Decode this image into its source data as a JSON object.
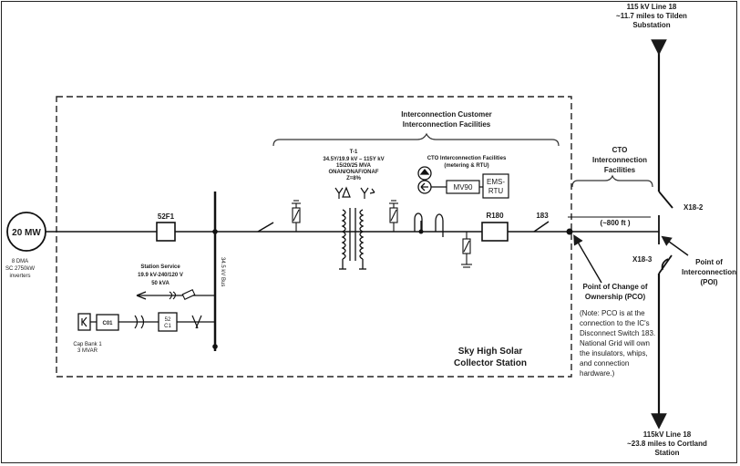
{
  "line_north": {
    "name": "115 kV Line 18",
    "dest1": "~11.7 miles to Tilden",
    "dest2": "Substation"
  },
  "line_south": {
    "name": "115kV Line 18",
    "dest1": "~23.8 miles to Cortland",
    "dest2": "Station"
  },
  "generator": {
    "label": "20 MW",
    "desc1": "8 DMA",
    "desc2": "SC 2750kW",
    "desc3": "inverters"
  },
  "breaker_52f1": "52F1",
  "station_service": {
    "line1": "Station Service",
    "line2": "19.9 kV-240/120 V",
    "line3": "50 kVA"
  },
  "breaker_52c1": {
    "line1": "52",
    "line2": "C1"
  },
  "cap_bank_breaker": "C01",
  "cap_bank": {
    "line1": "Cap Bank 1",
    "line2": "3 MVAR"
  },
  "bus_label": "34.5 kV Bus",
  "transformer": {
    "name": "T-1",
    "line1": "34.5Y/19.9 kV – 115Y kV",
    "line2": "15/20/25 MVA",
    "line3": "ONAN/ONAF/ONAF",
    "line4": "Z=8%"
  },
  "customer_facilities": {
    "line1": "Interconnection Customer",
    "line2": "Interconnection Facilities"
  },
  "cto_metering": {
    "line1": "CTO  Interconnection Facilities",
    "line2": "(metering & RTU)"
  },
  "mv90": "MV90",
  "ems_rtu": {
    "line1": "EMS-",
    "line2": "RTU"
  },
  "breaker_r180": "R180",
  "switch_183": "183",
  "cto_facilities": {
    "line1": "CTO",
    "line2": "Interconnection",
    "line3": "Facilities"
  },
  "distance": "(~800 ft )",
  "switch_x18_2": "X18-2",
  "switch_x18_3": "X18-3",
  "pco": {
    "line1": "Point of Change of",
    "line2": "Ownership (PCO)"
  },
  "poi": {
    "line1": "Point of",
    "line2": "Interconnection",
    "line3": "(POI)"
  },
  "note": {
    "l1": "(Note: PCO is at the",
    "l2": "connection to the IC's",
    "l3": "Disconnect Switch 183.",
    "l4": "National Grid will own",
    "l5": "the insulators, whips,",
    "l6": "and connection",
    "l7": "hardware.)"
  },
  "station_name": {
    "line1": "Sky High Solar",
    "line2": "Collector Station"
  }
}
